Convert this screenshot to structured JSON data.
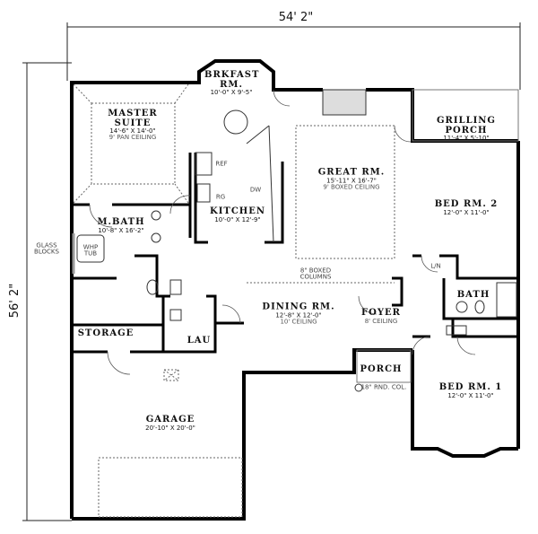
{
  "overall": {
    "width": "54' 2\"",
    "depth": "56' 2\""
  },
  "rooms": {
    "master": {
      "name": "MASTER SUITE",
      "dim": "14'-6\" X 14'-0\"",
      "note": "9' PAN CEILING"
    },
    "brkfast": {
      "name": "BRKFAST RM.",
      "dim": "10'-0\" X 9'-5\""
    },
    "kitchen": {
      "name": "KITCHEN",
      "dim": "10'-0\" X 12'-9\""
    },
    "great": {
      "name": "GREAT RM.",
      "dim": "15'-11\" X 16'-7\"",
      "note": "9' BOXED CEILING"
    },
    "grilling": {
      "name": "GRILLING PORCH",
      "dim": "11'-4\" X 5'-10\""
    },
    "bed2": {
      "name": "BED RM. 2",
      "dim": "12'-0\" X 11'-0\""
    },
    "mbath": {
      "name": "M.BATH",
      "dim": "10'-8\" X 16'-2\""
    },
    "dining": {
      "name": "DINING RM.",
      "dim": "12'-8\" X 12'-0\"",
      "note": "10' CEILING"
    },
    "foyer": {
      "name": "FOYER",
      "note": "8' CEILING"
    },
    "bath": {
      "name": "BATH"
    },
    "storage": {
      "name": "STORAGE"
    },
    "lau": {
      "name": "LAU"
    },
    "porch": {
      "name": "PORCH"
    },
    "bed1": {
      "name": "BED RM. 1",
      "dim": "12'-0\" X 11'-0\""
    },
    "garage": {
      "name": "GARAGE",
      "dim": "20'-10\" X 20'-0\""
    }
  },
  "notes": {
    "glass_blocks": "GLASS BLOCKS",
    "boxed_columns": "8\" BOXED COLUMNS",
    "rnd_col": "18\" RND. COL.",
    "ref": "REF",
    "rg": "RG",
    "dw": "DW",
    "whp_tub": "WHP TUB",
    "lin": "L/N"
  }
}
